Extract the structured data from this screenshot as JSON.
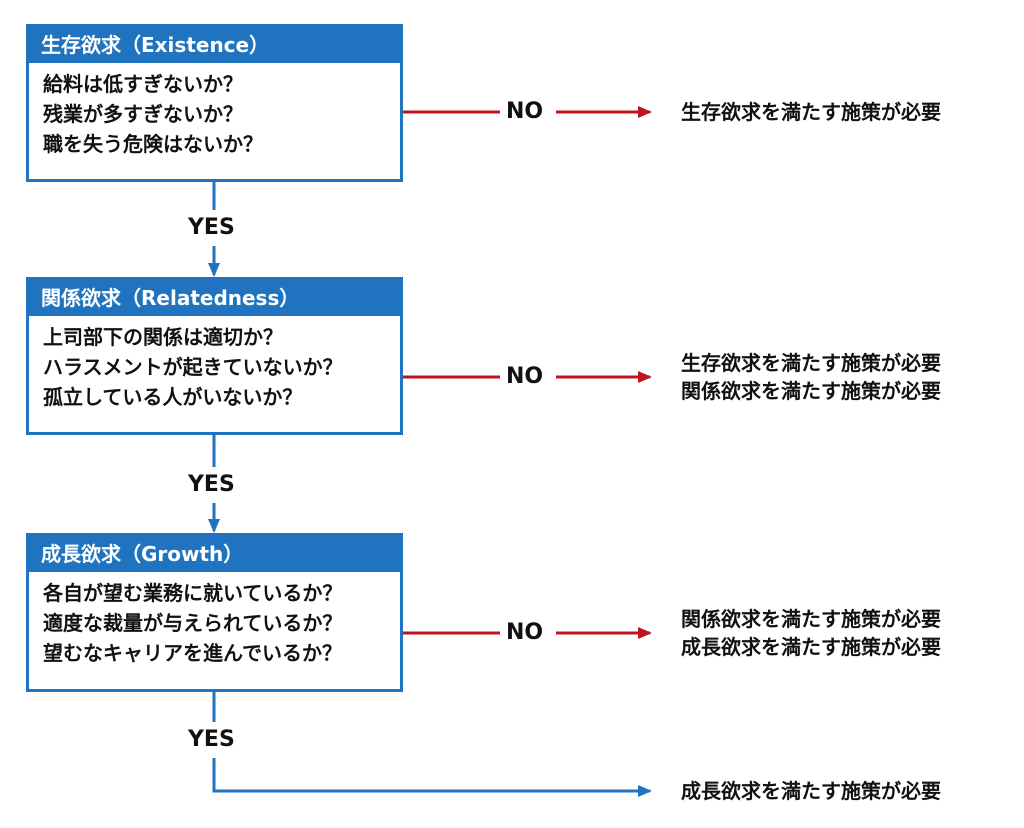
{
  "colors": {
    "box_blue": "#1f73bf",
    "no_arrow_red": "#c0141c",
    "yes_arrow_blue": "#1f73bf"
  },
  "stages": [
    {
      "title": "生存欲求（Existence）",
      "questions": [
        "給料は低すぎないか？",
        "残業が多すぎないか？",
        "職を失う危険はないか？"
      ],
      "no_label": "NO",
      "yes_label": "YES",
      "results": [
        "生存欲求を満たす施策が必要"
      ]
    },
    {
      "title": "関係欲求（Relatedness）",
      "questions": [
        "上司部下の関係は適切か？",
        "ハラスメントが起きていないか？",
        "孤立している人がいないか？"
      ],
      "no_label": "NO",
      "yes_label": "YES",
      "results": [
        "生存欲求を満たす施策が必要",
        "関係欲求を満たす施策が必要"
      ]
    },
    {
      "title": "成長欲求（Growth）",
      "questions": [
        "各自が望む業務に就いているか？",
        "適度な裁量が与えられているか？",
        "望むなキャリアを進んでいるか？"
      ],
      "no_label": "NO",
      "yes_label": "YES",
      "results": [
        "関係欲求を満たす施策が必要",
        "成長欲求を満たす施策が必要"
      ]
    }
  ],
  "final_result": "成長欲求を満たす施策が必要"
}
